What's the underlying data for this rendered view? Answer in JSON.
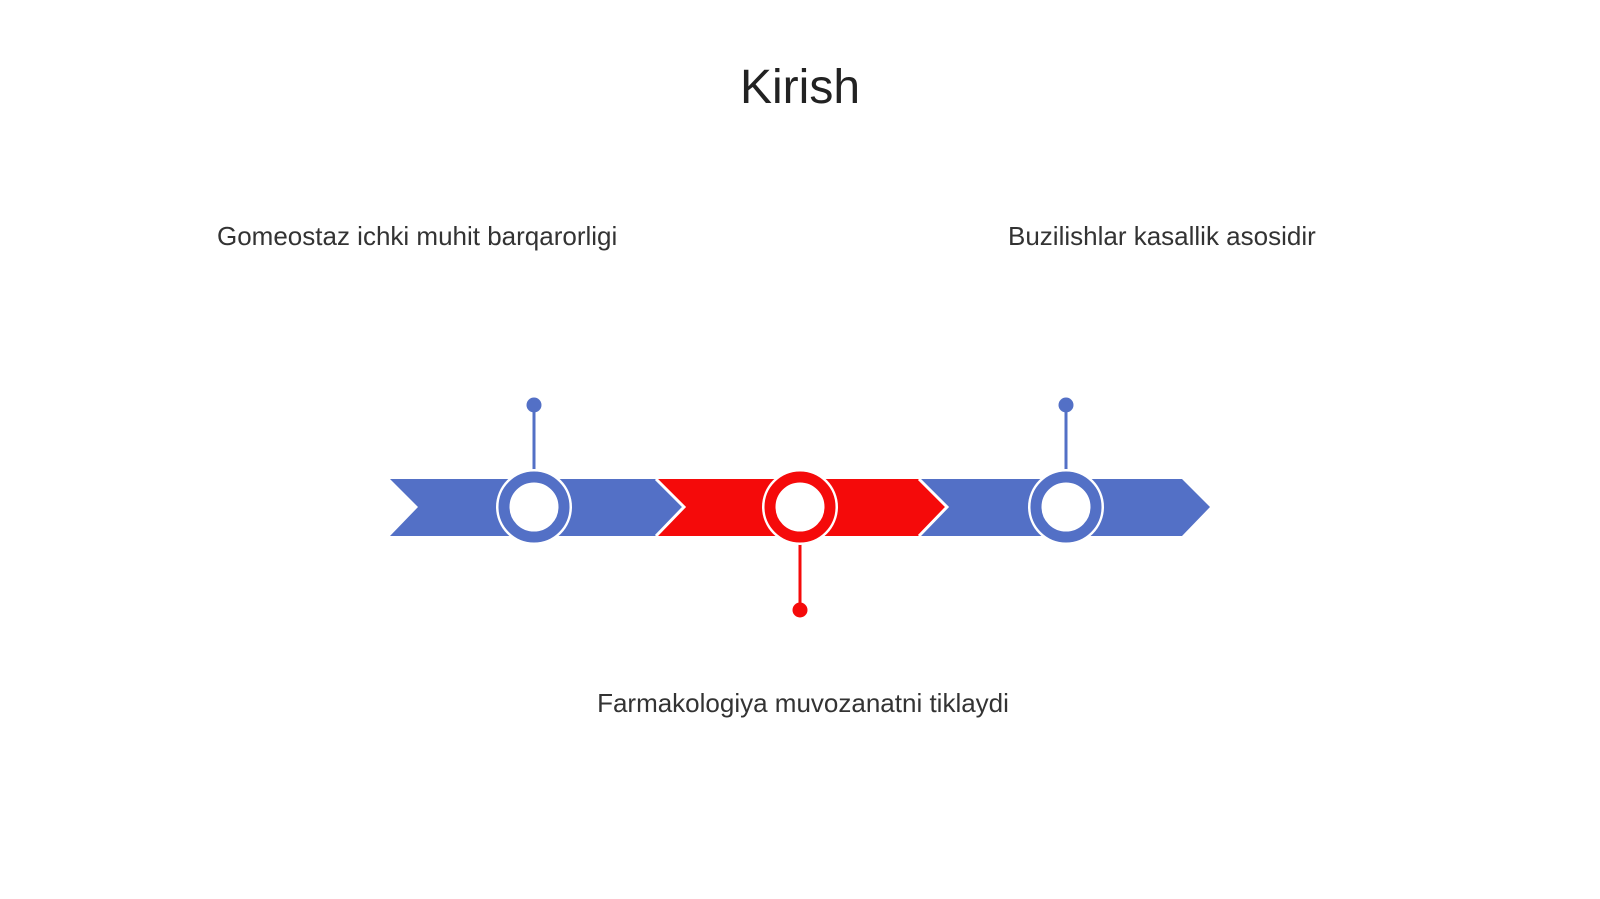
{
  "slide": {
    "title": "Kirish"
  },
  "timeline": {
    "items": [
      {
        "label": "Gomeostaz ichki muhit barqarorligi",
        "color": "#5370C6",
        "position": "above"
      },
      {
        "label": "Farmakologiya muvozanatni tiklaydi",
        "color": "#F50A0A",
        "position": "below"
      },
      {
        "label": "Buzilishlar kasallik asosidir",
        "color": "#5370C6",
        "position": "above"
      }
    ]
  },
  "colors": {
    "accent_blue": "#5370C6",
    "accent_red": "#F50A0A",
    "text": "#333333",
    "background": "#ffffff"
  }
}
